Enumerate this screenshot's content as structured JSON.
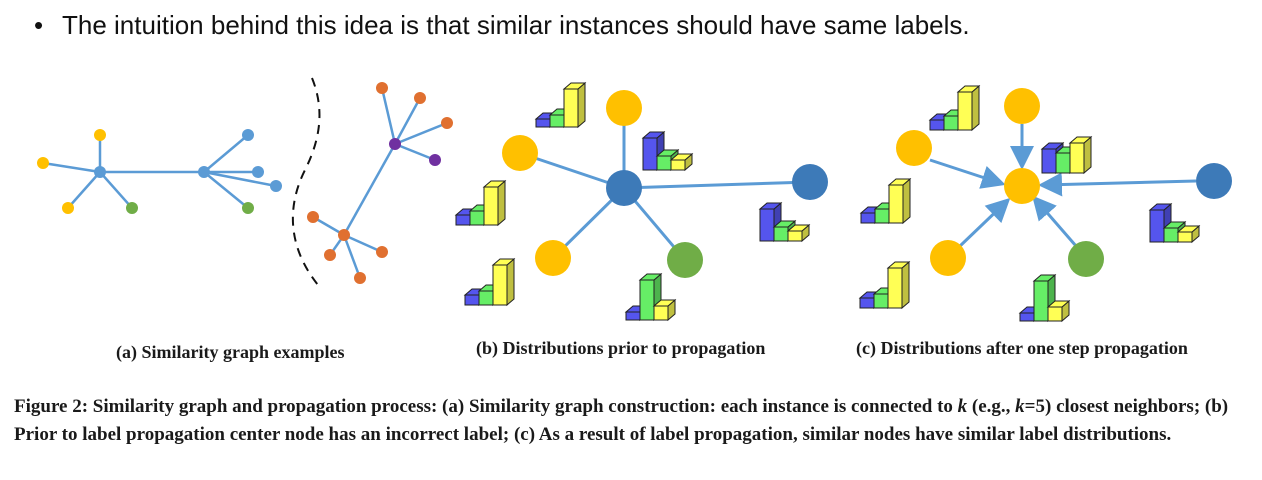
{
  "bullet": {
    "symbol": "•",
    "text": "The intuition behind this idea is that similar instances should have same labels."
  },
  "subcaptions": {
    "a": "(a) Similarity graph examples",
    "b": "(b) Distributions prior to propagation",
    "c": "(c) Distributions after one step propagation"
  },
  "caption": {
    "prefix": "Figure 2: Similarity graph and propagation process: (a) Similarity graph construction: each instance is connected to ",
    "k1": "k",
    "mid1": " (e.g., ",
    "k2": "k",
    "mid2": "=5) closest neighbors; (b) Prior to label propagation center node has an incorrect label; (c) As a result of label propagation, similar nodes have similar label distributions."
  },
  "colors": {
    "edge": "#5b9bd5",
    "blue": "#5b9bd5",
    "darkblue": "#3d7ab8",
    "orange": "#ffc000",
    "green": "#70ad47",
    "rust": "#e07030",
    "purple": "#7030a0",
    "bar_blue": "#5555ee",
    "bar_green": "#66ee66",
    "bar_yellow": "#ffff55"
  }
}
